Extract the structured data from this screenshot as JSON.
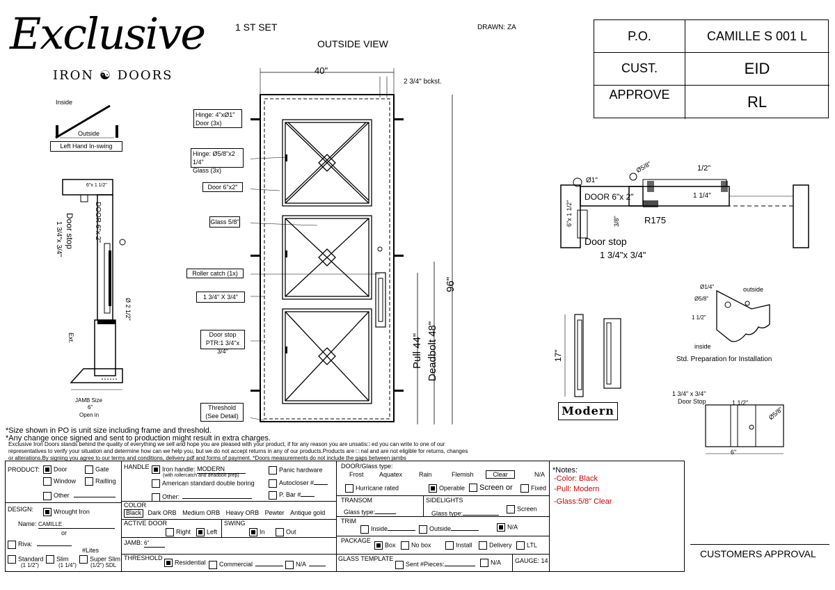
{
  "brand": {
    "script": "Exclusive",
    "sub_left": "IRON",
    "sub_right": "DOORS"
  },
  "header": {
    "set": "1 ST SET",
    "view": "OUTSIDE VIEW",
    "drawn": "DRAWN: ZA"
  },
  "po_table": [
    {
      "label": "P.O.",
      "value": "CAMILLE S 001 L"
    },
    {
      "label": "CUST.",
      "value": "EID"
    },
    {
      "label": "APPROVE",
      "value": "RL"
    }
  ],
  "swing_diagram": {
    "inside": "Inside",
    "outside": "Outside",
    "caption": "Left Hand In-swing"
  },
  "door_dims": {
    "width": "40\"",
    "bckst": "2 3/4\" bckst.",
    "height": "96\"",
    "pull": "Pull 44\"",
    "deadbolt": "Deadbolt 48\""
  },
  "callouts": {
    "hinge_door": [
      "Hinge: 4\"xØ1\"",
      "Door (3x)"
    ],
    "hinge_glass": [
      "Hinge: Ø5/8\"x2 1/4\"",
      "Glass (3x)"
    ],
    "door_section": "Door 6\"x2\"",
    "glass": "Glass 5/8\"",
    "roller": "Roller catch  (1x)",
    "stop_size": "1 3/4\" X 3/4\"",
    "door_stop": [
      "Door stop",
      "PTR:1 3/4\"x 3/4\""
    ],
    "threshold": [
      "Threshold",
      "(See Detail)"
    ]
  },
  "jamb_section": {
    "top": "6\"x 1 1/2\"",
    "door": "DOOR 6\"x 2\"",
    "stop": [
      "Door stop",
      "1 3/4\"x 3/4\""
    ],
    "dia": "Ø 2 1/2\"",
    "ext": "Ext.",
    "jamb_label": "JAMB Size",
    "jamb_value": "6\"",
    "open": "Open in"
  },
  "plan_section": {
    "d1": "Ø1\"",
    "d58": "Ø5/8\"",
    "half": "1/2\"",
    "door": "DOOR 6\"x 2\"",
    "qtr": "1 1/4\"",
    "r": "R175",
    "v1": "6\"x 1 1/2\"",
    "v2": "3/8\"",
    "stop": "Door stop",
    "stop_size": "1 3/4\"x 3/4\""
  },
  "prep": {
    "d14": "Ø1/4\"",
    "d58": "Ø5/8\"",
    "outside": "outside",
    "inside": "inside",
    "size": "1 1/2\"",
    "caption": "Std. Preparation for Installation"
  },
  "handle_detail": {
    "h": "17\"",
    "label": "Modern"
  },
  "stop_detail": {
    "l1": "1 3/4\" x 3/4\"",
    "l2": "Door Stop",
    "w": "1 1/2\"",
    "d": "Ø5/8\"",
    "b": "6\""
  },
  "notes_top": [
    "*Size shown in PO is unit size including frame and threshold.",
    "*Any change once signed and sent to production might result in extra charges."
  ],
  "disclaimer": [
    "Exclusive Iron Doors stands behind the quality of everything we sell and hope you are pleased with your product, if for any reason you are unsatis□ ed you can write to one of our",
    "representatives to verify your situation and determine how can we help you, but we do not accept returns in any of our products.Products are □ nal and are not eligible for returns, changes",
    "or alterations.By signing you agree to our terms and conditions, delivery pdf and forms of payment. *Doors measurements do not include the gaps between jambs"
  ],
  "form": {
    "product": {
      "label": "PRODUCT:",
      "door": "Door",
      "gate": "Gate",
      "window": "Window",
      "railling": "Railling",
      "other": "Other"
    },
    "handle": {
      "label": "HANDLE",
      "iron": "Iron handle:",
      "iron_val": "MODERN",
      "iron_note": "(with rollercatch and deadbolt prep)",
      "american": "American standard double boring",
      "other": "Other:",
      "panic": "Panic hardware",
      "autocloser": "Autocloser #",
      "pbar": "P. Bar #"
    },
    "door_glass": {
      "label": "DOOR/Glass type:",
      "opts": [
        "Frost",
        "Aquatex",
        "Rain",
        "Flemish",
        "Clear",
        "N/A"
      ],
      "hurricane": "Hurricane rated",
      "operable": "Operable",
      "screen_or": "Screen or",
      "fixed": "Fixed"
    },
    "design": {
      "label": "DESIGN:",
      "wrought": "Wrought Iron",
      "name_label": "Name:",
      "name_val": "CAMILLE",
      "or": "or",
      "riva": "Riva:",
      "lites": "#Lites",
      "standard": "Standard",
      "standard_s": "(1 1/2\")",
      "slim": "Slim",
      "slim_s": "(1 1/4\")",
      "super": "Super Slim",
      "super_s": "(1/2\") SDL"
    },
    "color": {
      "label": "COLOR",
      "opts": [
        "Black",
        "Dark ORB",
        "Medium ORB",
        "Heavy ORB",
        "Pewter",
        "Antique gold"
      ]
    },
    "active": {
      "label": "ACTIVE DOOR",
      "right": "Right",
      "left": "Left"
    },
    "swing": {
      "label": "SWING",
      "in": "In",
      "out": "Out"
    },
    "jamb": {
      "label": "JAMB:",
      "val": "6\""
    },
    "threshold": {
      "label": "THRESHOLD",
      "res": "Residential",
      "com": "Commercial",
      "na": "N/A"
    },
    "transom": {
      "label": "TRANSOM",
      "glass": "Glass type:"
    },
    "sidelights": {
      "label": "SIDELIGHTS",
      "glass": "Glass type:",
      "screen": "Screen"
    },
    "trim": {
      "label": "TRIM",
      "inside": "Inside",
      "outside": "Outside",
      "na": "N/A"
    },
    "package": {
      "label": "PACKAGE",
      "box": "Box",
      "nobox": "No box",
      "install": "Install",
      "delivery": "Delivery",
      "ltl": "LTL"
    },
    "template": {
      "label": "GLASS TEMPLATE",
      "sent": "Sent #Pieces:",
      "na": "N/A",
      "gauge": "GAUGE: 14"
    },
    "notes": {
      "label": "*Notes:",
      "lines": [
        "-Color: Black",
        "-Pull: Modern",
        "-Glass:5/8\"  Clear"
      ]
    },
    "approval": "CUSTOMERS APPROVAL"
  }
}
